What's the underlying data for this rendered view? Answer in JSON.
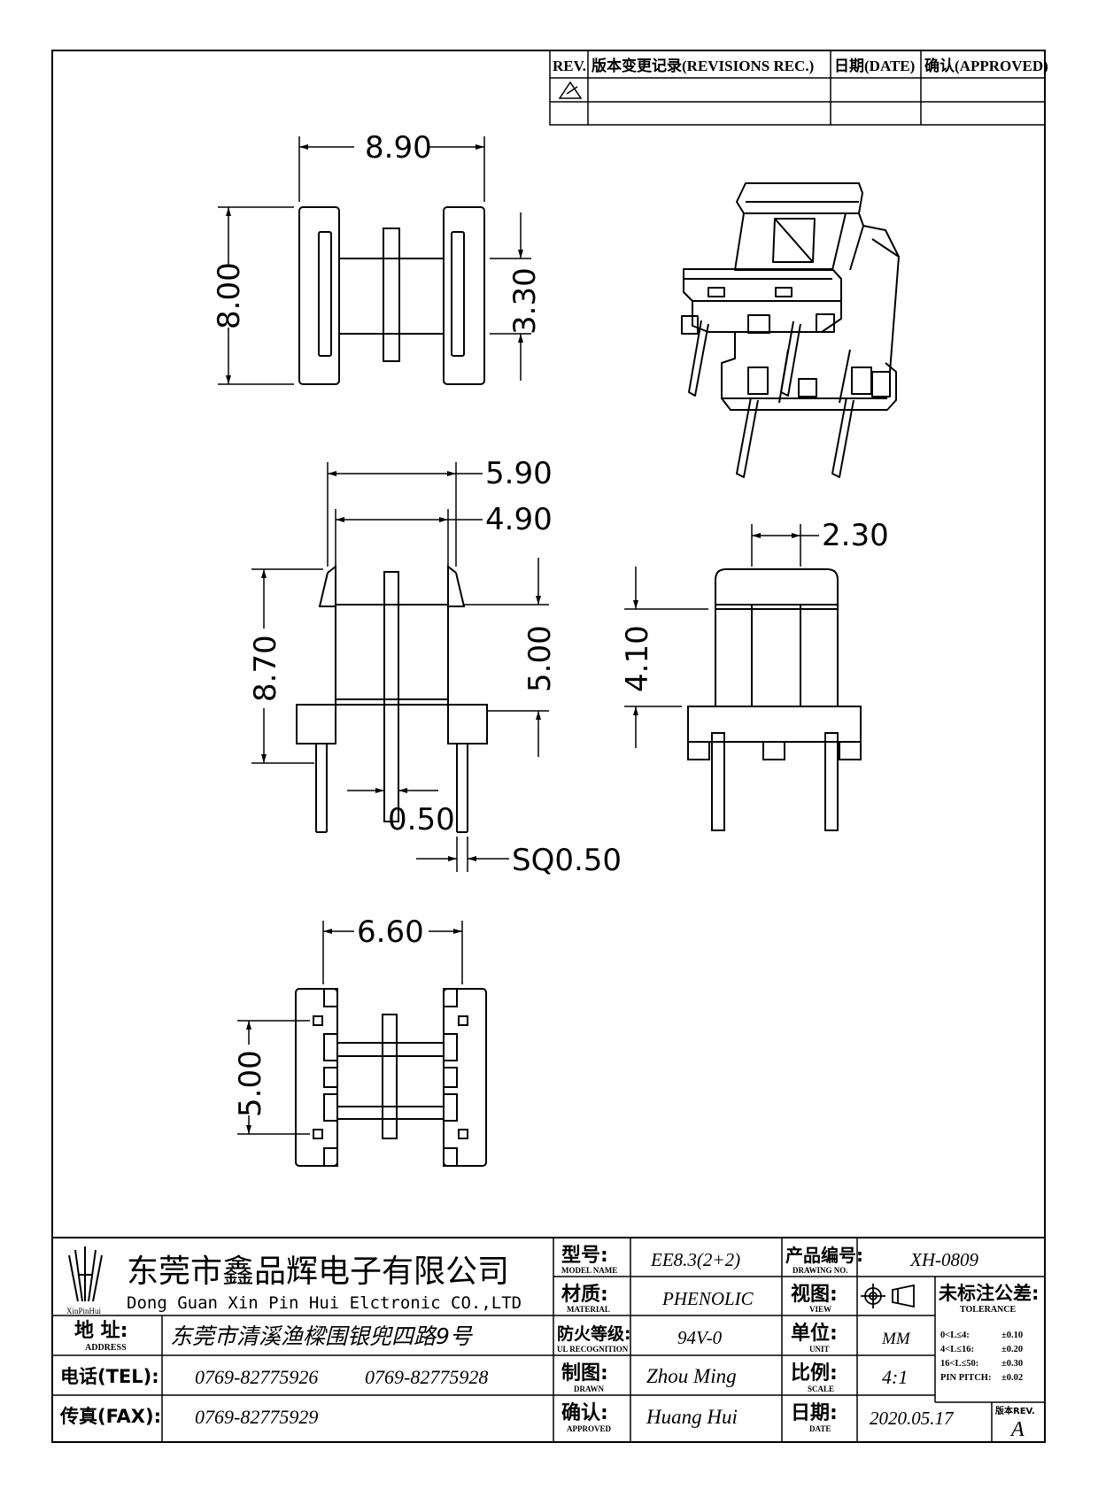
{
  "revisions": {
    "rev_header": "REV.",
    "rec_header": "版本变更记录(REVISIONS REC.)",
    "date_header": "日期(DATE)",
    "approved_header": "确认(APPROVED)"
  },
  "dimensions": {
    "top_width": "8.90",
    "top_height": "8.00",
    "top_inner": "3.30",
    "front_outer": "5.90",
    "front_inner": "4.90",
    "front_height": "8.70",
    "front_window": "5.00",
    "flange": "0.50",
    "pin": "SQ0.50",
    "side_width": "2.30",
    "side_height": "4.10",
    "bottom_width": "6.60",
    "bottom_height": "5.00"
  },
  "company": {
    "logo_text": "XinPinHui",
    "name_cn": "东莞市鑫品辉电子有限公司",
    "name_en": "Dong Guan Xin Pin Hui Elctronic CO.,LTD"
  },
  "title_block": {
    "address_label": "地 址:",
    "address_sub": "ADDRESS",
    "address": "东莞市清溪渔樑围银兜四路9号",
    "tel_label": "电话(TEL):",
    "tel1": "0769-82775926",
    "tel2": "0769-82775928",
    "fax_label": "传真(FAX):",
    "fax": "0769-82775929",
    "model_label": "型号:",
    "model_sub": "MODEL NAME",
    "model": "EE8.3(2+2)",
    "material_label": "材质:",
    "material_sub": "MATERIAL",
    "material": "PHENOLIC",
    "flame_label": "防火等级:",
    "flame_sub": "UL RECOGNITION",
    "flame": "94V-0",
    "drawn_label": "制图:",
    "drawn_sub": "DRAWN",
    "drawn": "Zhou Ming",
    "approved_label": "确认:",
    "approved_sub": "APPROVED",
    "approved": "Huang Hui",
    "drawing_no_label": "产品编号:",
    "drawing_no_sub": "DRAWING NO.",
    "drawing_no": "XH-0809",
    "view_label": "视图:",
    "view_sub": "VIEW",
    "unit_label": "单位:",
    "unit_sub": "UNIT",
    "unit": "MM",
    "scale_label": "比例:",
    "scale_sub": "SCALE",
    "scale": "4:1",
    "date_label": "日期:",
    "date_sub": "DATE",
    "date": "2020.05.17",
    "tolerance_label": "未标注公差:",
    "tolerance_sub": "TOLERANCE",
    "tol_rows": [
      {
        "range": "0<L≤4:",
        "value": "±0.10"
      },
      {
        "range": "4<L≤16:",
        "value": "±0.20"
      },
      {
        "range": "16<L≤50:",
        "value": "±0.30"
      },
      {
        "range": "PIN PITCH:",
        "value": "±0.02"
      }
    ],
    "rev_label": "版本REV.",
    "rev": "A"
  }
}
